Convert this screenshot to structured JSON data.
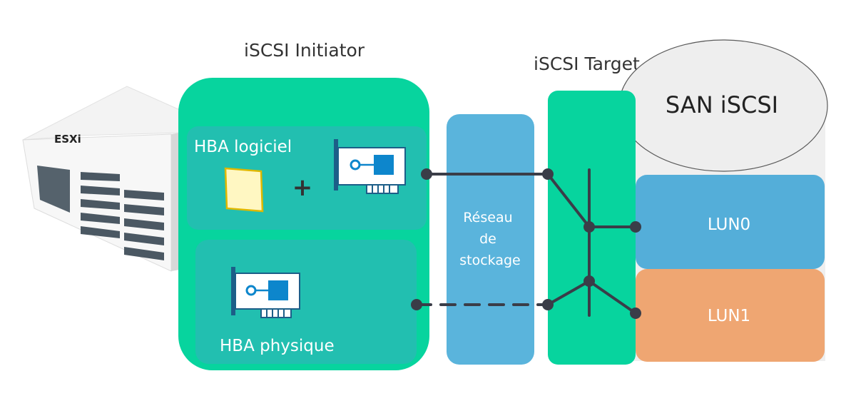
{
  "server": {
    "label": "ESXi"
  },
  "initiator": {
    "title": "iSCSI Initiator",
    "software_hba_label": "HBA logiciel",
    "plus_sign": "+",
    "physical_hba_label": "HBA physique"
  },
  "network": {
    "label_line1": "Réseau",
    "label_line2": "de",
    "label_line3": "stockage"
  },
  "target": {
    "title": "iSCSI Target"
  },
  "san": {
    "label": "SAN iSCSI",
    "luns": [
      {
        "label": "LUN0"
      },
      {
        "label": "LUN1"
      }
    ]
  },
  "colors": {
    "initiator_green": "#07d49e",
    "inner_panel": "#22bfb0",
    "network_blue": "#5ab4dc",
    "lun0_blue": "#54aed9",
    "lun1_orange": "#efa672",
    "hba_card_blue": "#0d86cc",
    "line_dark": "#3a3d48"
  }
}
